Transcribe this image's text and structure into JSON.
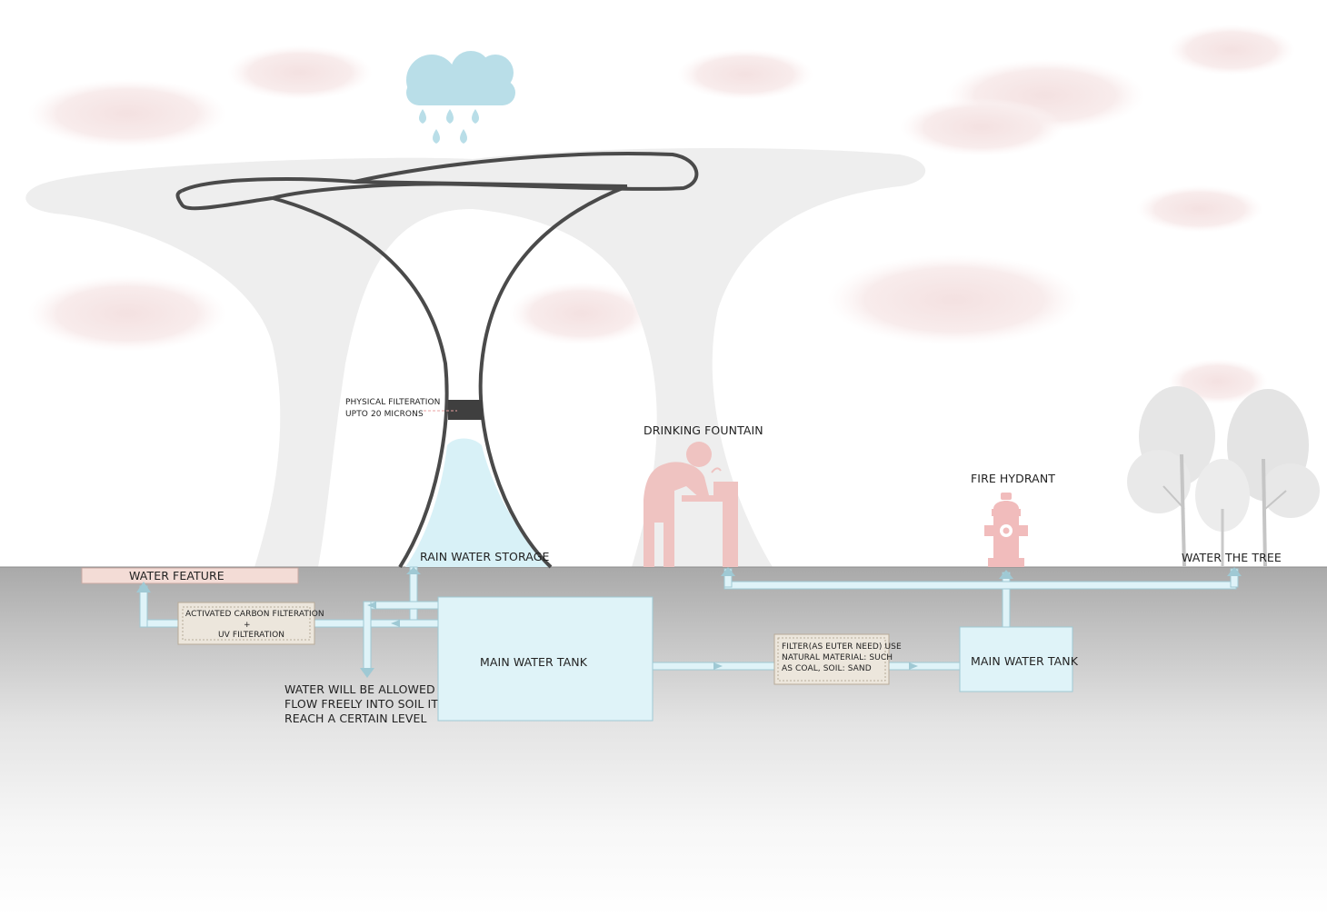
{
  "labels": {
    "physical_filter_line1": "PHYSICAL FILTERATION",
    "physical_filter_line2": "UPTO 20 MICRONS",
    "drinking_fountain": "DRINKING FOUNTAIN",
    "fire_hydrant": "FIRE HYDRANT",
    "rain_water_storage": "RAIN WATER STORAGE",
    "water_the_tree": "WATER THE TREE",
    "water_feature": "WATER FEATURE",
    "carbon_filter_line1": "ACTIVATED CARBON FILTERATION",
    "carbon_filter_line2": "+",
    "carbon_filter_line3": "UV FILTERATION",
    "overflow_line1": "WATER WILL BE ALLOWED TO",
    "overflow_line2": "FLOW FREELY INTO SOIL IT IT",
    "overflow_line3": "REACH A CERTAIN LEVEL",
    "main_tank_left": "MAIN WATER TANK",
    "natural_filter_line1": "FILTER(AS EUTER NEED) USE",
    "natural_filter_line2": "NATURAL MATERIAL: SUCH",
    "natural_filter_line3": "AS COAL, SOIL: SAND",
    "main_tank_right": "MAIN WATER TANK"
  },
  "colors": {
    "water": "#dff3f8",
    "pipe_outline": "#9fc9d4",
    "canopy_outline": "#4a4a4a",
    "ground": "#b9b9b9",
    "fountain_pink": "#efc3c1",
    "hydrant_pink": "#f1bcbc",
    "cloud_blue": "#b9dee8",
    "water_feature_fill": "#f3dcd6",
    "filter_box_fill": "#ece6dc"
  }
}
